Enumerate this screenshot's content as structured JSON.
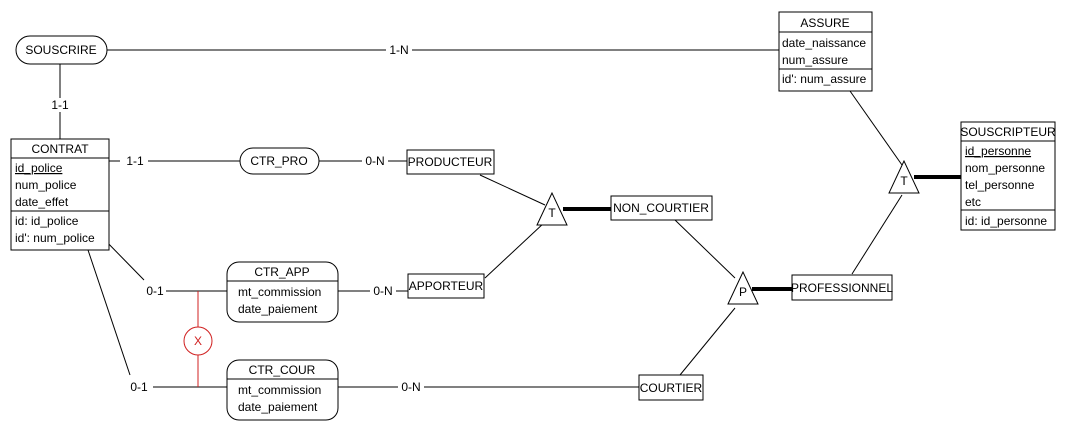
{
  "entities": {
    "assure": {
      "title": "ASSURE",
      "attrs": [
        "date_naissance",
        "num_assure"
      ],
      "ids": [
        "id': num_assure"
      ]
    },
    "souscripteur": {
      "title": "SOUSCRIPTEUR",
      "attrs": [
        "id_personne",
        "nom_personne",
        "tel_personne",
        "etc"
      ],
      "ids": [
        "id: id_personne"
      ]
    },
    "contrat": {
      "title": "CONTRAT",
      "attrs": [
        "id_police",
        "num_police",
        "date_effet"
      ],
      "ids": [
        "id: id_police",
        "id': num_police"
      ]
    },
    "producteur": {
      "title": "PRODUCTEUR"
    },
    "apporteur": {
      "title": "APPORTEUR"
    },
    "non_courtier": {
      "title": "NON_COURTIER"
    },
    "professionnel": {
      "title": "PROFESSIONNEL"
    },
    "courtier": {
      "title": "COURTIER"
    }
  },
  "relations": {
    "souscrire": {
      "title": "SOUSCRIRE"
    },
    "ctr_pro": {
      "title": "CTR_PRO"
    },
    "ctr_app": {
      "title": "CTR_APP",
      "attrs": [
        "mt_commission",
        "date_paiement"
      ]
    },
    "ctr_cour": {
      "title": "CTR_COUR",
      "attrs": [
        "mt_commission",
        "date_paiement"
      ]
    }
  },
  "cardinalities": {
    "souscrire_assure": "1-N",
    "souscrire_contrat": "1-1",
    "contrat_ctrpro": "1-1",
    "ctrpro_producteur": "0-N",
    "contrat_ctrapp": "0-1",
    "ctrapp_apporteur": "0-N",
    "contrat_ctrcour": "0-1",
    "ctrcour_courtier": "0-N"
  },
  "isa": {
    "t_souscripteur": "T",
    "t_non_courtier": "T",
    "p_professionnel": "P"
  },
  "exclusion": {
    "label": "X",
    "color": "#d02020"
  }
}
